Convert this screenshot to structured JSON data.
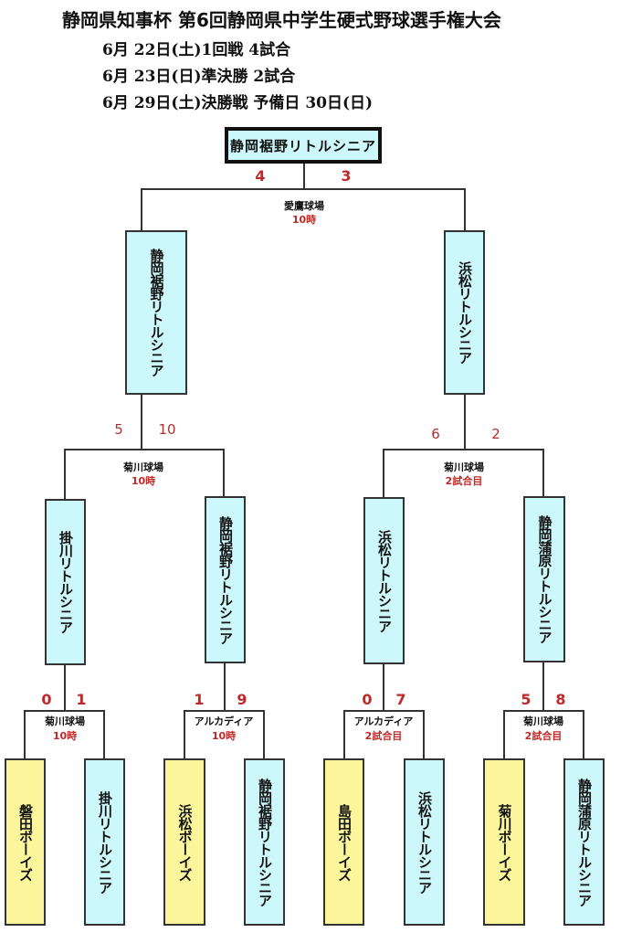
{
  "header": {
    "title": "静岡県知事杯 第6回静岡県中学生硬式野球選手権大会",
    "schedule": [
      "6月  22日(土)1回戦  4試合",
      "6月  23日(日)準決勝  2試合",
      "6月  29日(土)決勝戦      予備日  30日(日)"
    ]
  },
  "colors": {
    "lineColor": "#333333",
    "scoreColor": "#c02828",
    "littleSeniorBox": "#ccf7fb",
    "boysBox": "#fbf59c"
  },
  "final": {
    "champion": "静岡裾野リトルシニア",
    "scores": [
      "4",
      "3"
    ],
    "venue": "愛鷹球場",
    "time": "10時"
  },
  "semifinals": [
    {
      "teams": [
        "静岡裾野リトルシニア",
        "浜松リトルシニア"
      ],
      "scores": [
        "5",
        "10"
      ],
      "venue": "菊川球場",
      "time": "10時"
    },
    {
      "teams": [
        "浜松リトルシニア",
        "静岡蒲原リトルシニア"
      ],
      "scores": [
        "6",
        "2"
      ],
      "venue": "菊川球場",
      "time": "2試合目"
    }
  ],
  "finalists": [
    "静岡裾野リトルシニア",
    "浜松リトルシニア"
  ],
  "semifinalists": [
    "掛川リトルシニア",
    "静岡裾野リトルシニア",
    "浜松リトルシニア",
    "静岡蒲原リトルシニア"
  ],
  "round1": [
    {
      "teams": [
        "磐田ボーイズ",
        "掛川リトルシニア"
      ],
      "scores": [
        "0",
        "1"
      ],
      "venue": "菊川球場",
      "time": "10時"
    },
    {
      "teams": [
        "浜松ボーイズ",
        "静岡裾野リトルシニア"
      ],
      "scores": [
        "1",
        "9"
      ],
      "venue": "アルカディア",
      "time": "10時"
    },
    {
      "teams": [
        "島田ボーイズ",
        "浜松リトルシニア"
      ],
      "scores": [
        "0",
        "7"
      ],
      "venue": "アルカディア",
      "time": "2試合目"
    },
    {
      "teams": [
        "菊川ボーイズ",
        "静岡蒲原リトルシニア"
      ],
      "scores": [
        "5",
        "8"
      ],
      "venue": "菊川球場",
      "time": "2試合目"
    }
  ]
}
